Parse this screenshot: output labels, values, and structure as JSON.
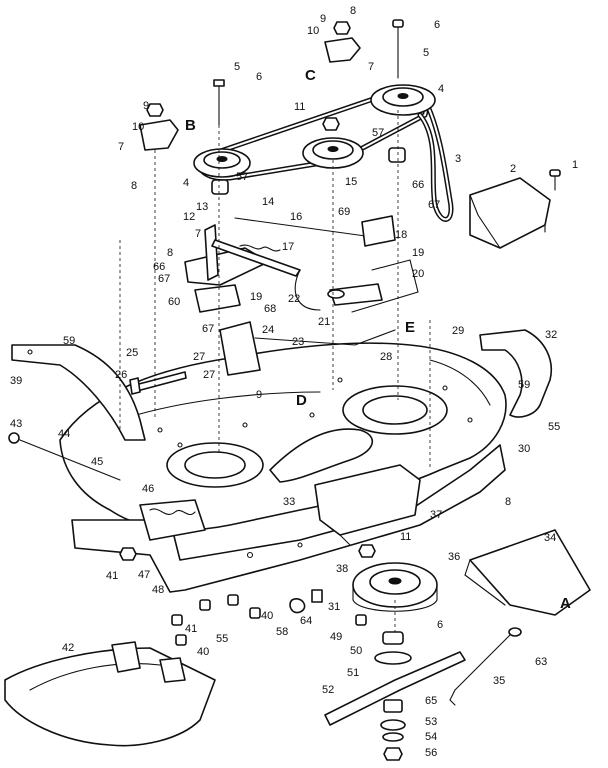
{
  "callouts": [
    "1",
    "2",
    "3",
    "4",
    "5",
    "6",
    "7",
    "8",
    "9",
    "10",
    "11",
    "12",
    "13",
    "14",
    "15",
    "16",
    "17",
    "18",
    "19",
    "20",
    "21",
    "22",
    "23",
    "24",
    "25",
    "26",
    "27",
    "28",
    "29",
    "30",
    "31",
    "32",
    "33",
    "34",
    "35",
    "36",
    "37",
    "38",
    "39",
    "40",
    "41",
    "42",
    "43",
    "44",
    "45",
    "46",
    "47",
    "48",
    "49",
    "50",
    "51",
    "52",
    "53",
    "54",
    "55",
    "56",
    "57",
    "58",
    "59",
    "60",
    "63",
    "64",
    "65",
    "66",
    "67",
    "68",
    "69"
  ],
  "section_letters": [
    "A",
    "B",
    "C",
    "D",
    "E"
  ],
  "colors": {
    "ink": "#111111",
    "paper": "#ffffff"
  }
}
